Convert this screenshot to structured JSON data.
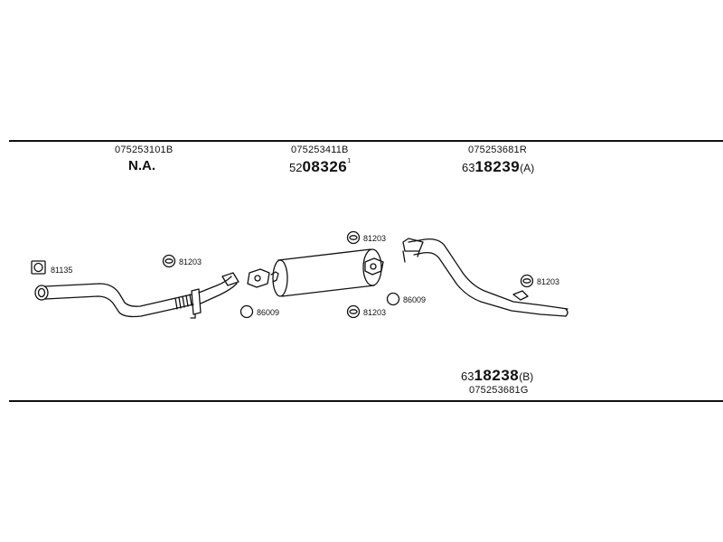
{
  "header": {
    "col1": {
      "oem": "075253101B",
      "part": "N.A."
    },
    "col2": {
      "oem": "075253411B",
      "prefix": "52",
      "main": "08326",
      "mark": "1"
    },
    "col3": {
      "oem": "075253681R",
      "prefix": "63",
      "main": "18239",
      "suffix": "(A)"
    }
  },
  "footer": {
    "part": {
      "prefix": "63",
      "main": "18238",
      "suffix": "(B)"
    },
    "oem": "075253681G"
  },
  "callouts": {
    "clamp_front": "81135",
    "hanger_1": "81203",
    "hanger_2": "81203",
    "hanger_3": "81203",
    "hanger_4": "81203",
    "ring_1": "86009",
    "ring_2": "86009"
  }
}
